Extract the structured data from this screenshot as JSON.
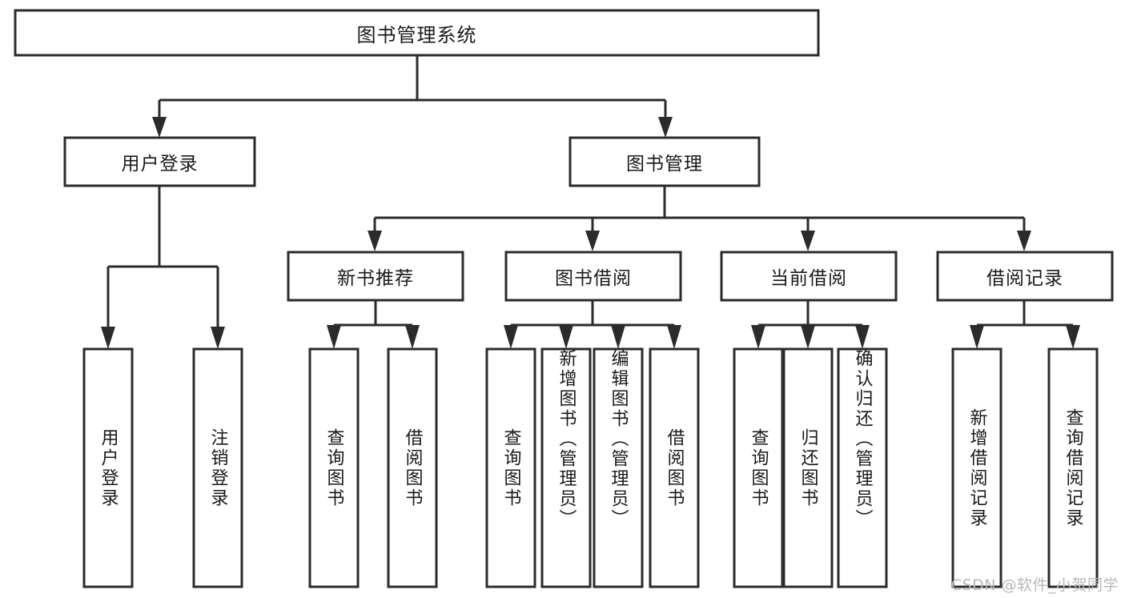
{
  "diagram": {
    "type": "hierarchy-tree",
    "title": "图书管理系统",
    "watermark": "CSDN @软件_小贺同学",
    "colors": {
      "box_fill": "#ffffff",
      "box_stroke": "#2b2b2b",
      "text": "#1a1a1a",
      "watermark": "#b8b8b8",
      "background": "#ffffff"
    },
    "levels": 3,
    "root": {
      "label": "图书管理系统",
      "orientation": "horizontal"
    },
    "level2": [
      {
        "label": "用户登录",
        "orientation": "horizontal"
      },
      {
        "label": "图书管理",
        "orientation": "horizontal"
      }
    ],
    "level3": [
      {
        "label": "新书推荐",
        "orientation": "horizontal",
        "parent": "图书管理"
      },
      {
        "label": "图书借阅",
        "orientation": "horizontal",
        "parent": "图书管理"
      },
      {
        "label": "当前借阅",
        "orientation": "horizontal",
        "parent": "图书管理"
      },
      {
        "label": "借阅记录",
        "orientation": "horizontal",
        "parent": "图书管理"
      }
    ],
    "leaves": [
      {
        "label": "用户登录",
        "orientation": "vertical",
        "parent": "用户登录"
      },
      {
        "label": "注销登录",
        "orientation": "vertical",
        "parent": "用户登录"
      },
      {
        "label": "查询图书",
        "orientation": "vertical",
        "parent": "新书推荐"
      },
      {
        "label": "借阅图书",
        "orientation": "vertical",
        "parent": "新书推荐"
      },
      {
        "label": "查询图书",
        "orientation": "vertical",
        "parent": "图书借阅"
      },
      {
        "label": "新增图书（管理员）",
        "orientation": "vertical",
        "parent": "图书借阅"
      },
      {
        "label": "编辑图书（管理员）",
        "orientation": "vertical",
        "parent": "图书借阅"
      },
      {
        "label": "借阅图书",
        "orientation": "vertical",
        "parent": "图书借阅"
      },
      {
        "label": "查询图书",
        "orientation": "vertical",
        "parent": "当前借阅"
      },
      {
        "label": "归还图书",
        "orientation": "vertical",
        "parent": "当前借阅"
      },
      {
        "label": "确认归还（管理员）",
        "orientation": "vertical",
        "parent": "当前借阅"
      },
      {
        "label": "新增借阅记录",
        "orientation": "vertical",
        "parent": "借阅记录"
      },
      {
        "label": "查询借阅记录",
        "orientation": "vertical",
        "parent": "借阅记录"
      }
    ]
  }
}
